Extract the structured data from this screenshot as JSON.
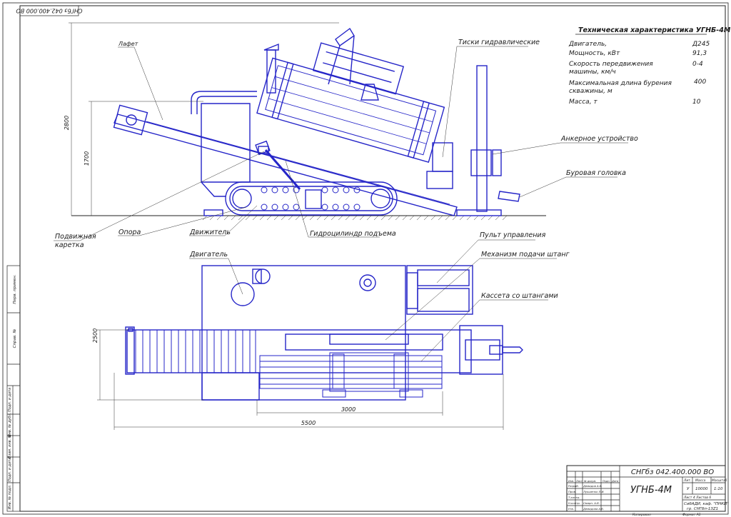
{
  "stamp_top": "СНГбз 042.400.000 ВО",
  "spec": {
    "title": "Техническая характеристика УГНБ-4М",
    "rows": [
      {
        "label": "Двигатель,",
        "value": "Д245"
      },
      {
        "label": "Мощность, кВт",
        "value": "91,3"
      },
      {
        "label": "Скорость передвижения",
        "label2": "машины, км/ч",
        "value": "0-4"
      },
      {
        "label": "Максимальная длина бурения",
        "label2": "скважины, м",
        "value": "400"
      },
      {
        "label": "Масса, т",
        "value": "10"
      }
    ]
  },
  "side_labels": {
    "lafet": "Лафет",
    "tiski": "Тиски гидравлические",
    "ankernoe": "Анкерное устройство",
    "burovaya": "Буровая головка",
    "podvizhnaya1": "Подвижная",
    "podvizhnaya2": "каретка",
    "opora": "Опора",
    "dvizhitel": "Движитель",
    "gidrocilindr": "Гидроцилиндр подъема"
  },
  "side_dims": {
    "h_total": "2800",
    "h_mid": "1700"
  },
  "plan_labels": {
    "dvigatel": "Двигатель",
    "pult": "Пульт управления",
    "mekhanizm": "Механизм подачи штанг",
    "kasseta": "Кассета со штангами"
  },
  "plan_dims": {
    "width": "2500",
    "inner": "3000",
    "length": "5500"
  },
  "side_strip": [
    "Перв. примен.",
    "Справ. №",
    "Подп. и дата",
    "Инв. № дубл.",
    "Взам. инв. №",
    "Подп. и дата",
    "Инв. № подл."
  ],
  "title_block": {
    "doc_code": "СНГбз 042.400.000 ВО",
    "name": "УГНБ-4М",
    "head_cells": [
      "Изм.",
      "Лист",
      "№ докум.",
      "Подп.",
      "Дата"
    ],
    "roles": [
      "Разраб.",
      "Пров.",
      "Т.контр.",
      "Н.контр.",
      "Утв."
    ],
    "people": [
      "Демидов А.В.",
      "Лукшенко Л.И.",
      "",
      "Смирн. А.В.",
      "Демидова А.В."
    ],
    "lit_hdr": [
      "Лит.",
      "Масса",
      "Масштаб"
    ],
    "lit_vals": [
      "У",
      "10000",
      "1:10"
    ],
    "sheet_line": "Лист 4  Листов 6",
    "org1": "СибАДИ, каф. \"ПНКИ\"",
    "org2": "гр. СНГбп-13Z1",
    "copied": "Копировал",
    "format": "Формат А1"
  }
}
